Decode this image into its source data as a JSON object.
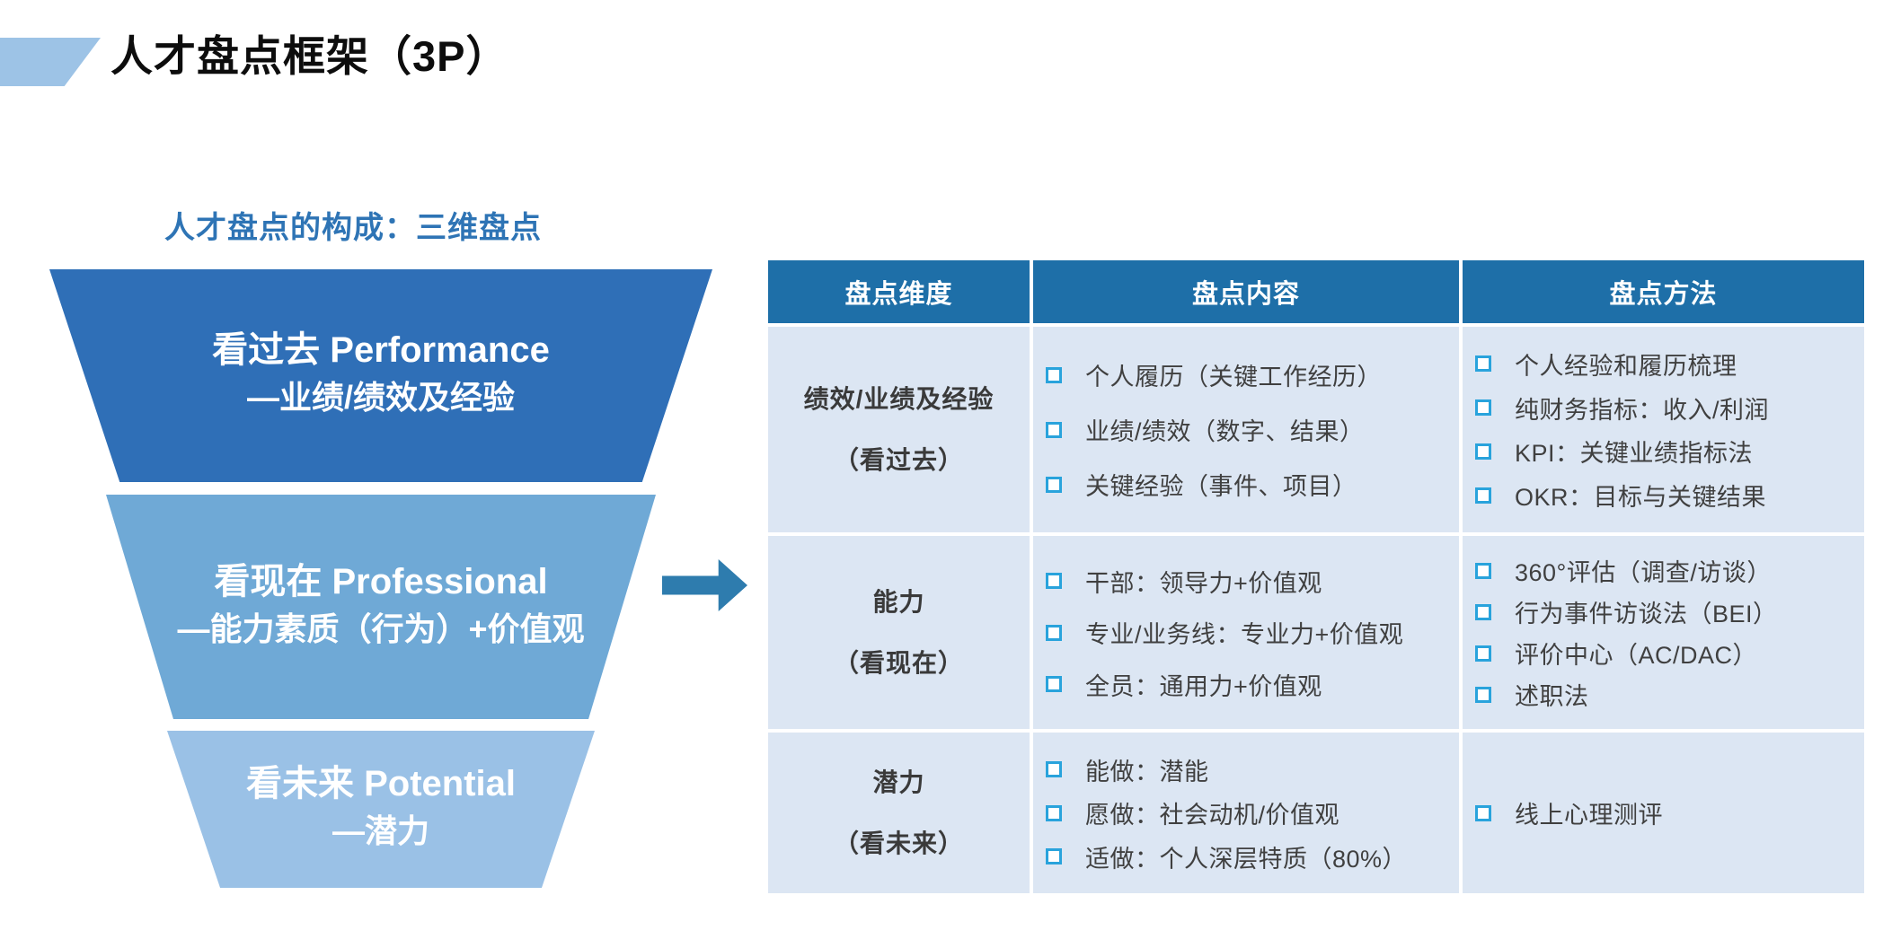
{
  "page": {
    "title": "人才盘点框架（3P）",
    "subtitle": "人才盘点的构成：三维盘点"
  },
  "colors": {
    "title_accent": "#9dc3e6",
    "subtitle_text": "#2e74b5",
    "funnel_level1": "#2f6fb7",
    "funnel_level2": "#6fa9d6",
    "funnel_level3": "#9ac1e6",
    "arrow": "#2e7cae",
    "table_header_bg": "#1e6fa8",
    "table_cell_bg": "#dce6f3",
    "bullet": "#29a3dc"
  },
  "funnel": {
    "levels": [
      {
        "line1": "看过去 Performance",
        "line2": "—业绩/绩效及经验"
      },
      {
        "line1": "看现在 Professional",
        "line2": "—能力素质（行为）+价值观"
      },
      {
        "line1": "看未来 Potential",
        "line2": "—潜力"
      }
    ]
  },
  "table": {
    "headers": [
      "盘点维度",
      "盘点内容",
      "盘点方法"
    ],
    "rows": [
      {
        "dimension_line1": "绩效/业绩及经验",
        "dimension_line2": "（看过去）",
        "content": [
          "个人履历（关键工作经历）",
          "业绩/绩效（数字、结果）",
          "关键经验（事件、项目）"
        ],
        "methods": [
          "个人经验和履历梳理",
          "纯财务指标：收入/利润",
          "KPI：关键业绩指标法",
          "OKR：目标与关键结果"
        ]
      },
      {
        "dimension_line1": "能力",
        "dimension_line2": "（看现在）",
        "content": [
          "干部：领导力+价值观",
          "专业/业务线：专业力+价值观",
          "全员：通用力+价值观"
        ],
        "methods": [
          "360°评估（调查/访谈）",
          "行为事件访谈法（BEI）",
          "评价中心（AC/DAC）",
          "述职法"
        ]
      },
      {
        "dimension_line1": "潜力",
        "dimension_line2": "（看未来）",
        "content": [
          "能做：潜能",
          "愿做：社会动机/价值观",
          "适做：个人深层特质（80%）"
        ],
        "methods": [
          "线上心理测评"
        ]
      }
    ]
  }
}
